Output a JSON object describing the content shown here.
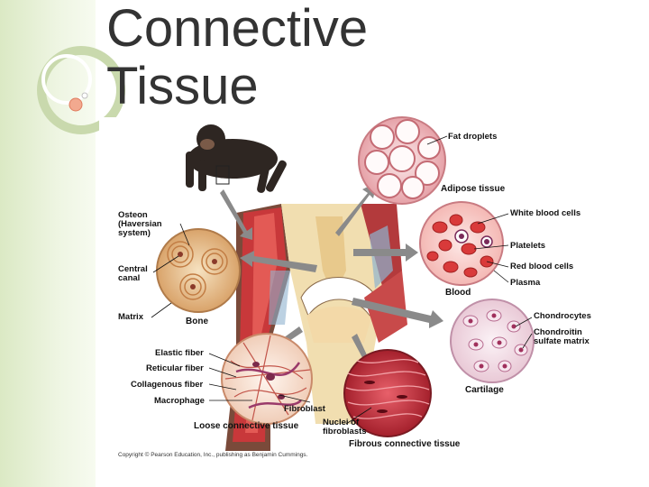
{
  "slide": {
    "title_line1": "Connective",
    "title_line2": "Tissue"
  },
  "labels": {
    "fat_droplets": "Fat droplets",
    "adipose_tissue": "Adipose tissue",
    "white_blood_cells": "White blood cells",
    "platelets": "Platelets",
    "red_blood_cells": "Red blood cells",
    "plasma": "Plasma",
    "blood": "Blood",
    "chondrocytes": "Chondrocytes",
    "chondroitin": "Chondroitin\nsulfate matrix",
    "cartilage": "Cartilage",
    "osteon": "Osteon\n(Haversian\nsystem)",
    "central_canal": "Central\ncanal",
    "matrix": "Matrix",
    "bone": "Bone",
    "elastic_fiber": "Elastic fiber",
    "reticular_fiber": "Reticular fiber",
    "collagenous_fiber": "Collagenous fiber",
    "macrophage": "Macrophage",
    "fibroblast": "Fibroblast",
    "loose_connective": "Loose connective tissue",
    "nuclei_fibroblasts": "Nuclei of\nfibroblasts",
    "fibrous_connective": "Fibrous connective tissue"
  },
  "copyright": "Copyright © Pearson Education, Inc., publishing as Benjamin Cummings.",
  "colors": {
    "sidebar": "#dbe9c4",
    "title": "#333333",
    "muscle": "#c8383a",
    "bone": "#f1deb0",
    "blood_cell": "#d93a3a",
    "arrow": "#8a8a8a"
  }
}
